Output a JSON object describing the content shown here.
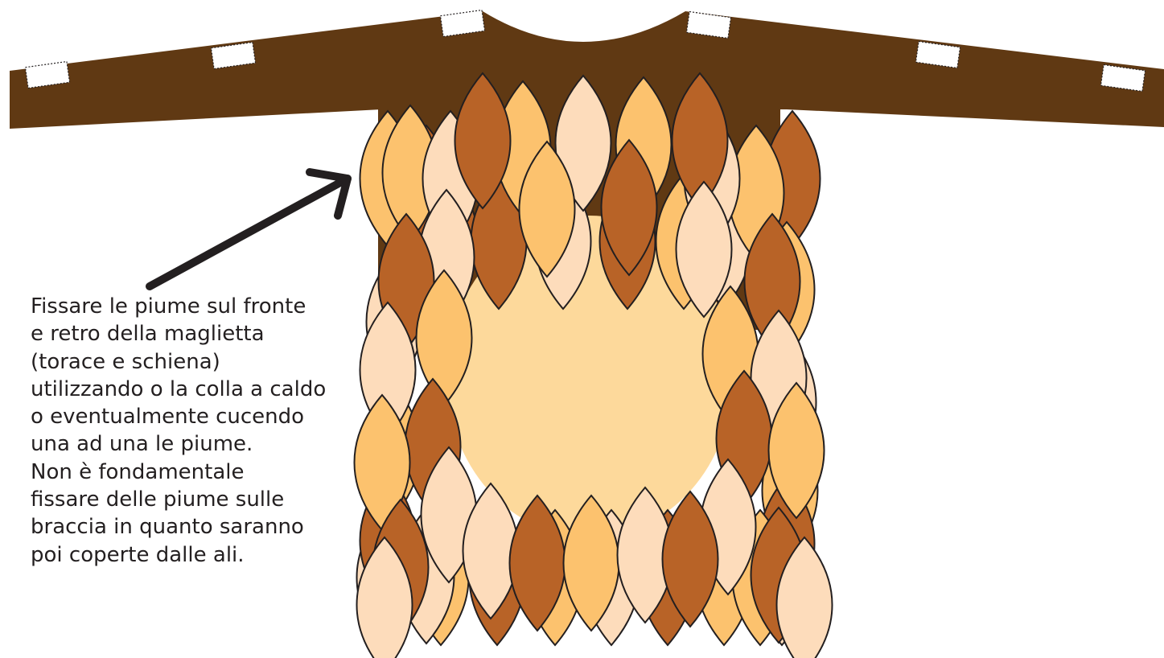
{
  "diagram": {
    "colors": {
      "shirt": "#603913",
      "feather_dark": "#b86327",
      "feather_orange": "#fcc26e",
      "feather_peach": "#fddcbb",
      "torso_center": "#fdd99b",
      "outline": "#231f20",
      "velcro_patch": "#ffffff",
      "arrow": "#231f20"
    },
    "elements": {
      "shirt": "brown long-sleeve t-shirt",
      "feathers": "leaf-shaped feathers in three shades",
      "patches": "white rectangular patches along the sleeves",
      "arrow": "black arrow pointing to feathers on the torso"
    },
    "instruction_lines": [
      "Fissare le piume sul fronte",
      "e retro della maglietta",
      "(torace e schiena)",
      "utilizzando o la colla a caldo",
      "o eventualmente cucendo",
      "una ad una le piume.",
      "Non è fondamentale",
      "fissare delle piume sulle",
      "braccia in quanto saranno",
      "poi coperte dalle ali."
    ]
  }
}
